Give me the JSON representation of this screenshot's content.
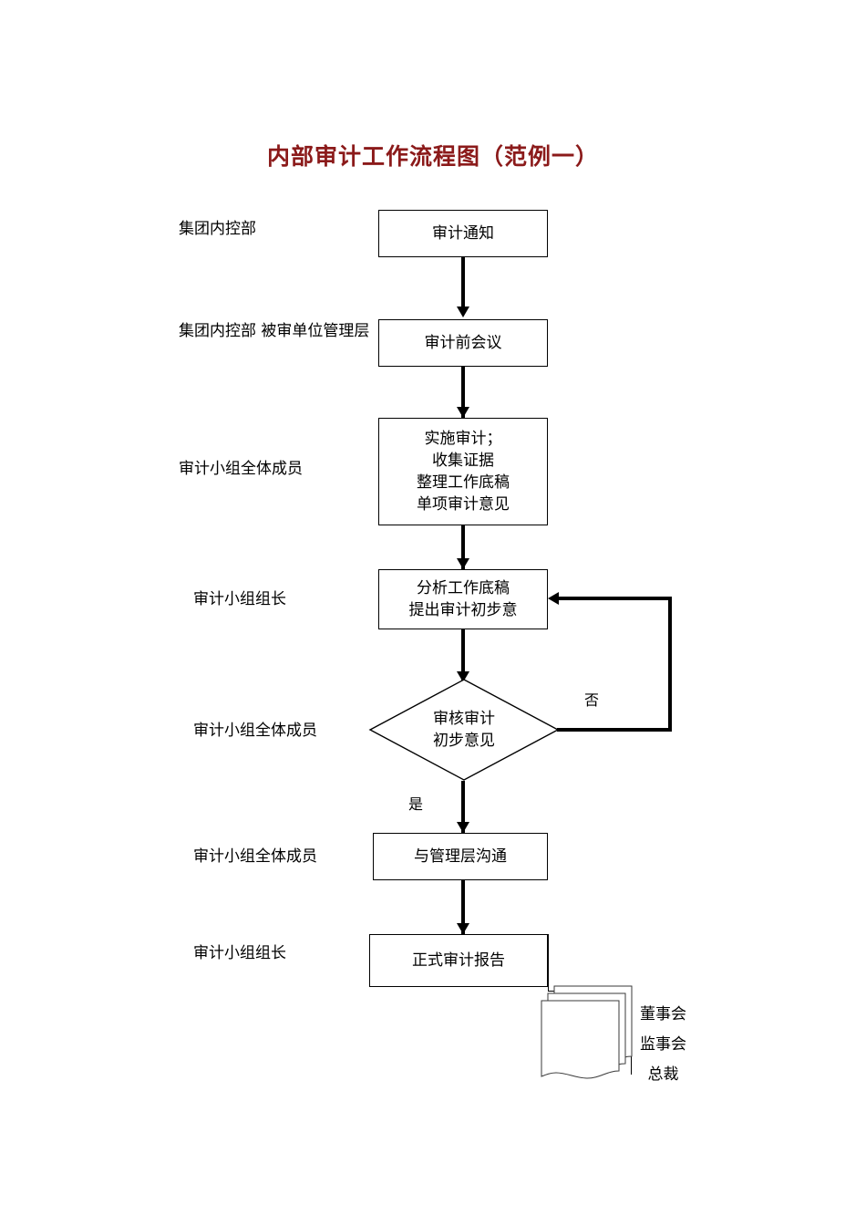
{
  "title": "内部审计工作流程图（范例一）",
  "title_color": "#8B1A1A",
  "roles": [
    {
      "id": "role-group-internal-control",
      "text": "集团内控部"
    },
    {
      "id": "role-group-internal-control-and-auditee-management",
      "text": "集团内控部\n被审单位管理层"
    },
    {
      "id": "role-audit-team-all-members-1",
      "text": "审计小组全体成员"
    },
    {
      "id": "role-audit-team-leader-1",
      "text": "审计小组组长"
    },
    {
      "id": "role-audit-team-all-members-2",
      "text": "审计小组全体成员"
    },
    {
      "id": "role-audit-team-all-members-3",
      "text": "审计小组全体成员"
    },
    {
      "id": "role-audit-team-leader-2",
      "text": "审计小组组长"
    }
  ],
  "nodes": [
    {
      "id": "node-audit-notice",
      "type": "process",
      "text": "审计通知"
    },
    {
      "id": "node-pre-audit-meeting",
      "type": "process",
      "text": "审计前会议"
    },
    {
      "id": "node-perform-audit",
      "type": "process",
      "text": "实施审计；\n收集证据\n整理工作底稿\n单项审计意见"
    },
    {
      "id": "node-analyze-workpapers",
      "type": "process",
      "text": "分析工作底稿\n提出审计初步意"
    },
    {
      "id": "node-review-decision",
      "type": "decision",
      "text": "审核审计\n初步意见"
    },
    {
      "id": "node-communicate-management",
      "type": "process",
      "text": "与管理层沟通"
    },
    {
      "id": "node-formal-audit-report",
      "type": "process",
      "text": "正式审计报告"
    }
  ],
  "branches": {
    "yes_label": "是",
    "no_label": "否"
  },
  "recipients": {
    "text": "董事会\n监事会\n总裁",
    "items": [
      "董事会",
      "监事会",
      "总裁"
    ]
  },
  "colors": {
    "line": "#000000",
    "text": "#000000",
    "background": "#ffffff",
    "title": "#8B1A1A"
  }
}
